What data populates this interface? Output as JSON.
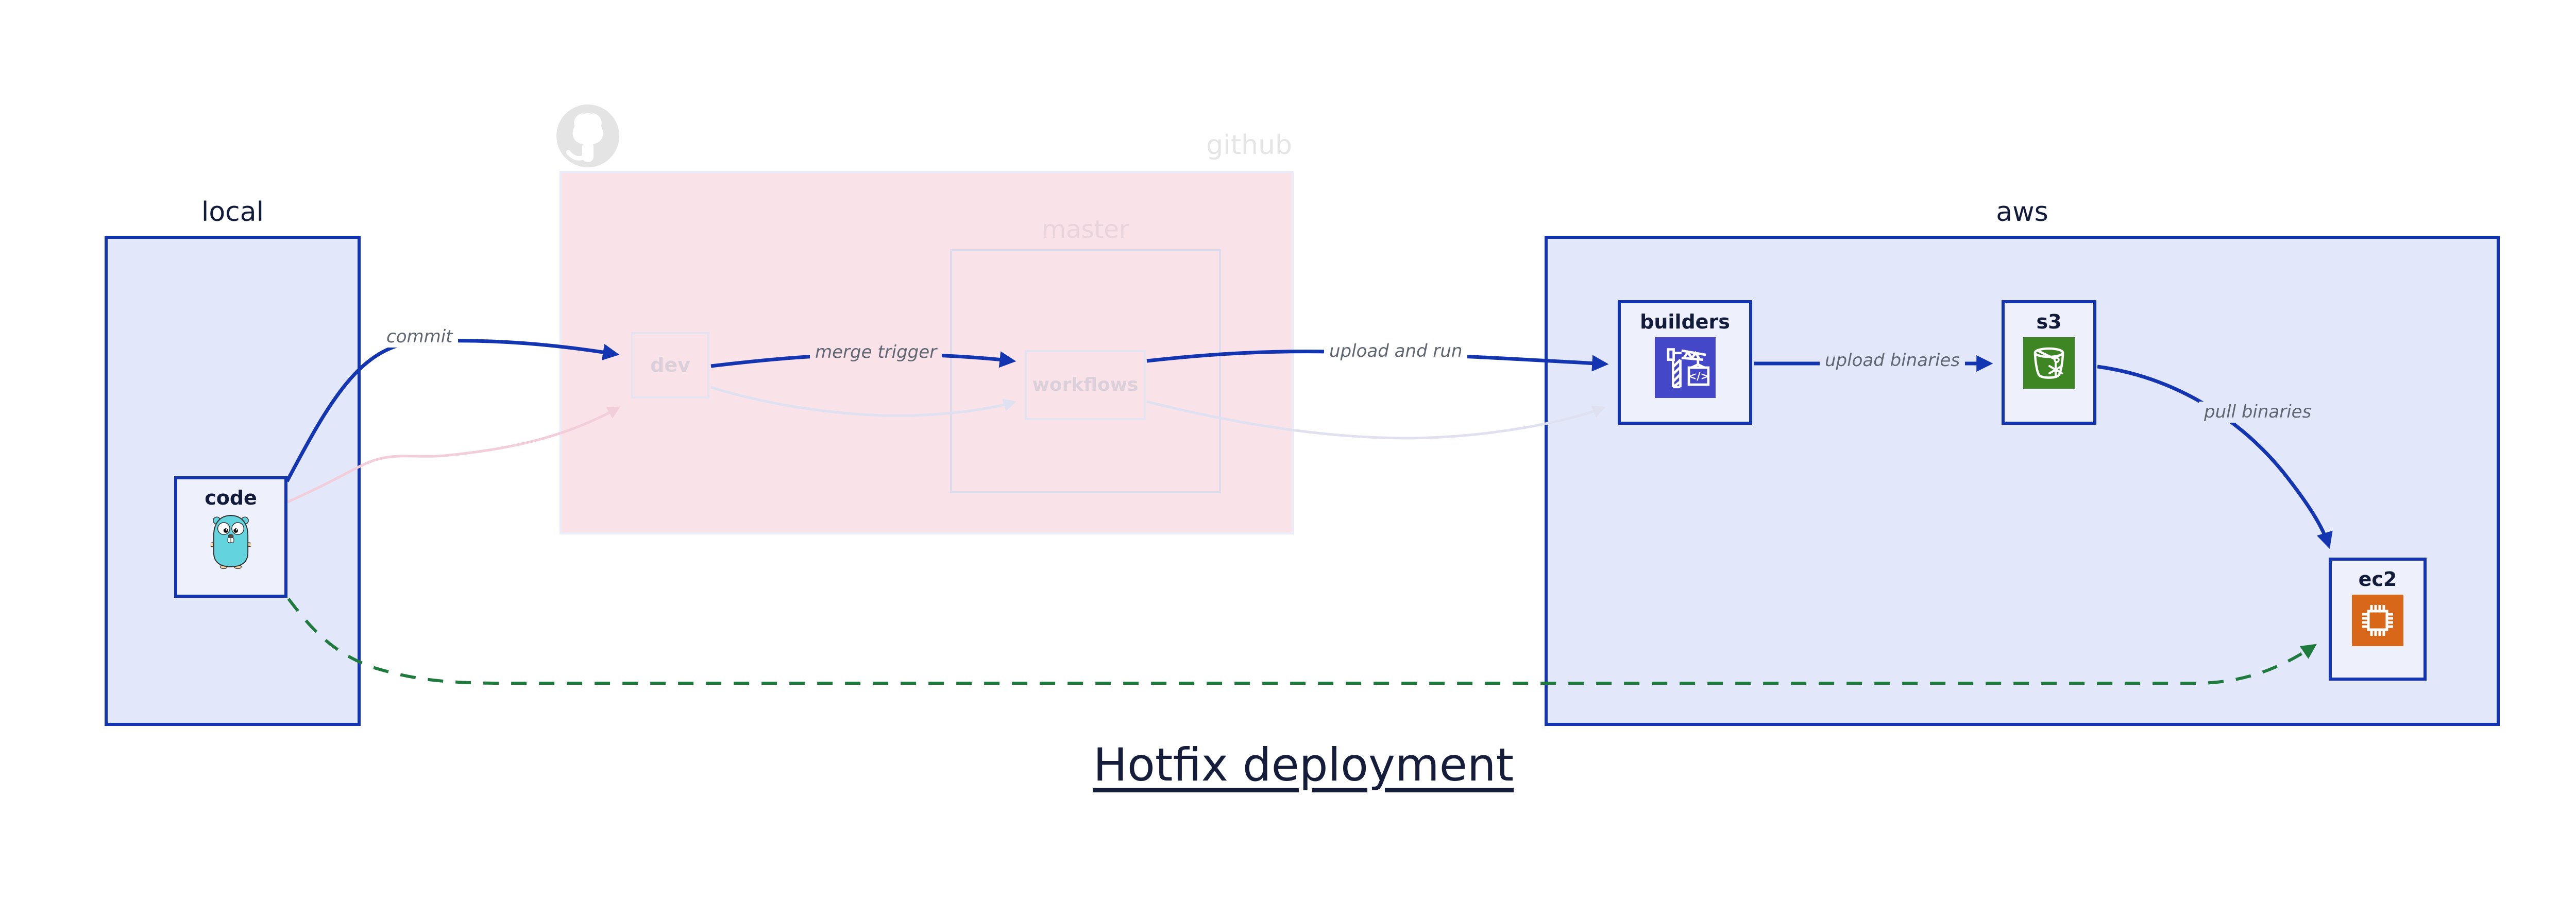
{
  "diagram": {
    "title": "Hotfix deployment",
    "regions": {
      "local": {
        "label": "local"
      },
      "github": {
        "label": "github",
        "master_label": "master"
      },
      "aws": {
        "label": "aws"
      }
    },
    "nodes": {
      "code": {
        "label": "code",
        "icon": "go-gopher-icon"
      },
      "dev": {
        "label": "dev"
      },
      "workflows": {
        "label": "workflows"
      },
      "builders": {
        "label": "builders",
        "icon": "codebuild-crane-icon"
      },
      "s3": {
        "label": "s3",
        "icon": "s3-glacier-bucket-icon"
      },
      "ec2": {
        "label": "ec2",
        "icon": "ec2-chip-icon"
      }
    },
    "edges": {
      "commit": {
        "label": "commit"
      },
      "merge_trigger": {
        "label": "merge trigger"
      },
      "upload_and_run": {
        "label": "upload and run"
      },
      "upload_binaries": {
        "label": "upload binaries"
      },
      "pull_binaries": {
        "label": "pull binaries"
      }
    },
    "icons": {
      "octocat": "github-octocat-icon"
    },
    "colors": {
      "accent_blue": "#1435b2",
      "region_fill": "#e2e8fa",
      "node_fill": "#eef1fc",
      "github_pink": "#f9e3e9",
      "faded_lavender": "#dfe1f1",
      "faded_pink": "#f2cedb",
      "edge_label_gray": "#5f6672",
      "hotfix_green": "#1f7a3d",
      "codebuild_purple": "#4547c9",
      "s3_green": "#3e8624",
      "ec2_orange": "#d9671a",
      "title_navy": "#151d3b",
      "octocat_gray": "#e4e4e4"
    }
  }
}
